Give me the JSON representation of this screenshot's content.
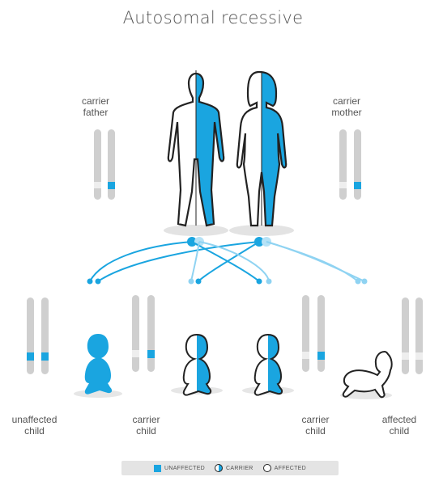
{
  "title": "Autosomal recessive",
  "parents": {
    "father": {
      "line1": "carrier",
      "line2": "father"
    },
    "mother": {
      "line1": "carrier",
      "line2": "mother"
    }
  },
  "children": [
    {
      "line1": "unaffected",
      "line2": "child"
    },
    {
      "line1": "carrier",
      "line2": "child"
    },
    {
      "line1": "carrier",
      "line2": "child"
    },
    {
      "line1": "affected",
      "line2": "child"
    }
  ],
  "legend": {
    "unaffected": "UNAFFECTED",
    "carrier": "CARRIER",
    "affected": "AFFECTED"
  },
  "colors": {
    "blue": "#1aa5e0",
    "light_blue": "#8fd3f2",
    "chromosome": "#cfcfcf",
    "text": "#555555"
  }
}
